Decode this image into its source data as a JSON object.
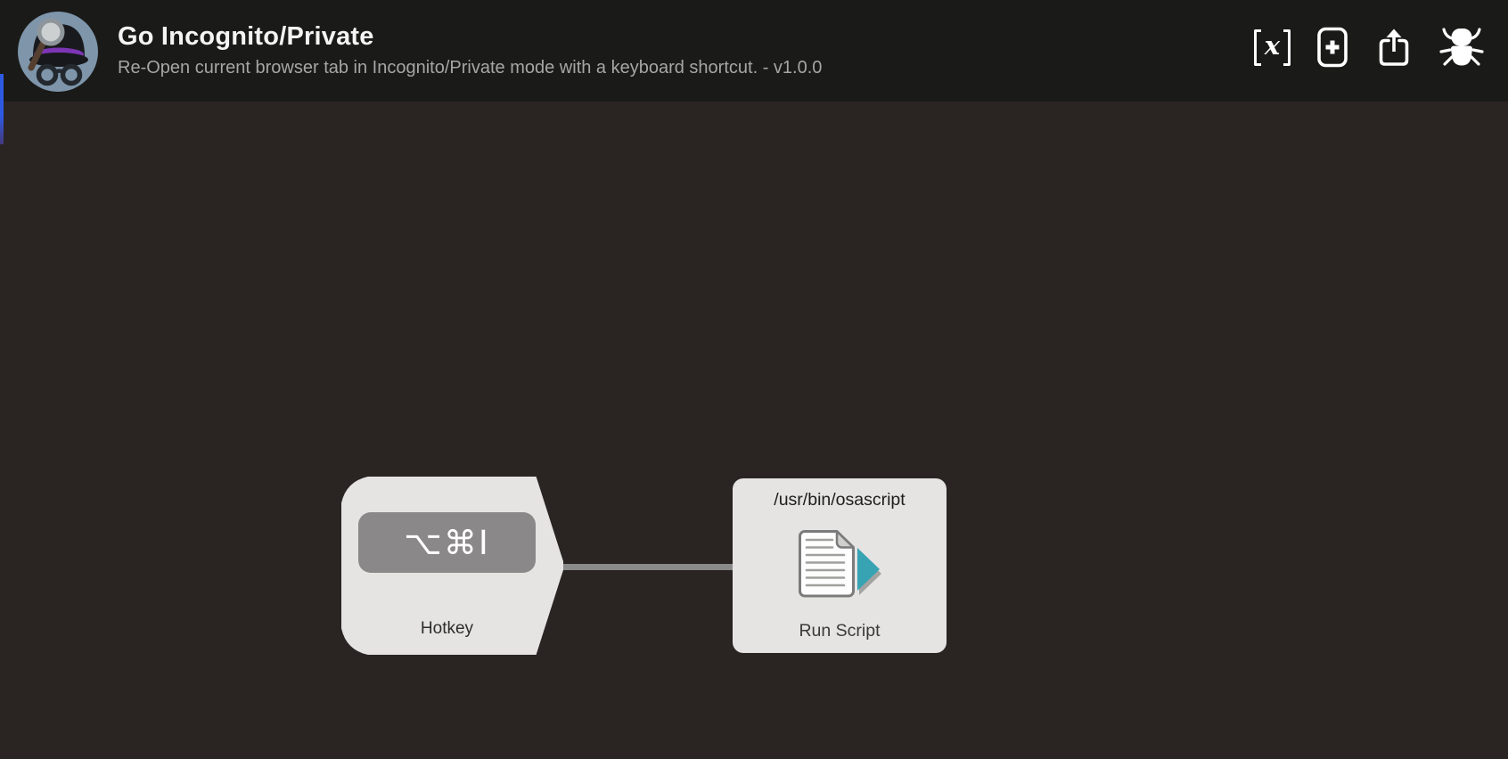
{
  "header": {
    "title": "Go Incognito/Private",
    "subtitle": "Re-Open current browser tab in Incognito/Private mode with a keyboard shortcut. - v1.0.0",
    "version": "v1.0.0",
    "app_icon": "alfred-incognito-workflow-icon",
    "icons": [
      {
        "name": "variables-icon",
        "glyph": "x"
      },
      {
        "name": "add-object-icon"
      },
      {
        "name": "export-icon"
      },
      {
        "name": "debug-icon"
      }
    ]
  },
  "canvas": {
    "nodes": [
      {
        "type": "hotkey",
        "label": "Hotkey",
        "shortcut": "⌥⌘I"
      },
      {
        "type": "run-script",
        "label": "Run Script",
        "script_path": "/usr/bin/osascript"
      }
    ],
    "connections": [
      {
        "from": "hotkey",
        "to": "run-script"
      }
    ]
  },
  "colors": {
    "header_bg": "#1a1a19",
    "canvas_bg": "#2a2423",
    "node_fill": "#e5e4e3",
    "badge_fill": "#8b8889",
    "connection_gray": "#8a8a8a",
    "accent_blue": "#2e5ae2",
    "script_triangle_teal": "#37a3b3",
    "avatar_bg": "#7e95aa",
    "hat_band_purple": "#7c35b4"
  }
}
